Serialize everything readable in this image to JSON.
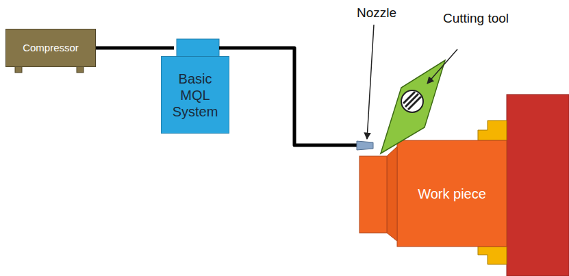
{
  "diagram": {
    "nodes": [
      {
        "text": [
          "Compressor"
        ]
      },
      {
        "text": [
          "Basic MQL System"
        ]
      },
      {
        "text": [
          "Work piece"
        ]
      }
    ],
    "edges": [
      {
        "from": 0,
        "to": 1,
        "arrow": "none"
      }
    ],
    "labels": [
      "Nozzle",
      "Cutting tool"
    ]
  }
}
